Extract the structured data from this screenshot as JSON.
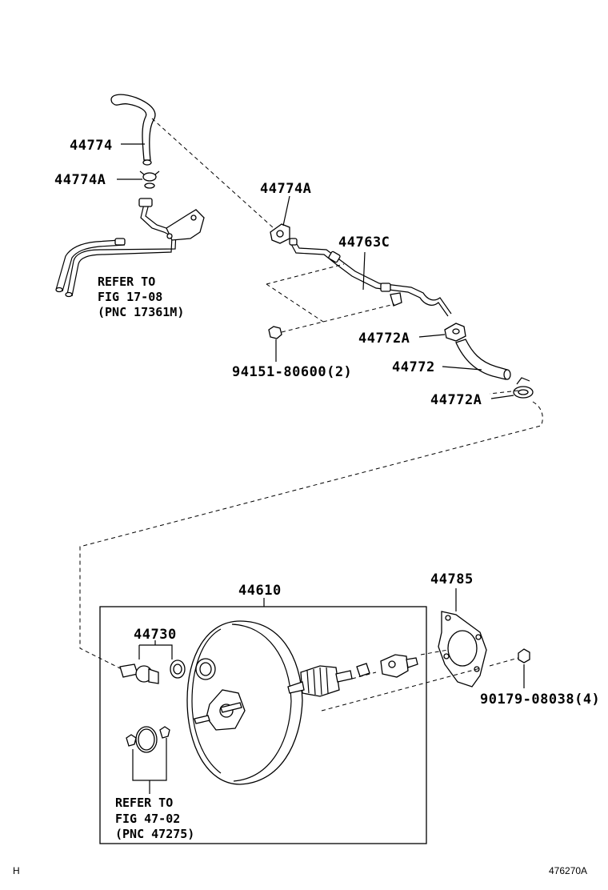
{
  "diagram": {
    "part_labels": {
      "p44774": "44774",
      "p44774a_left": "44774A",
      "p44774a_right": "44774A",
      "p44763c": "44763C",
      "p44772a_upper": "44772A",
      "p44772": "44772",
      "p44772a_lower": "44772A",
      "p94151": "94151-80600(2)",
      "p44610": "44610",
      "p44785": "44785",
      "p44730": "44730",
      "p90179": "90179-08038(4)"
    },
    "refer_notes": {
      "upper": [
        "REFER TO",
        "FIG 17-08",
        "(PNC 17361M)"
      ],
      "lower": [
        "REFER TO",
        "FIG 47-02",
        "(PNC 47275)"
      ]
    },
    "footer": {
      "left": "H",
      "right": "476270A"
    }
  }
}
